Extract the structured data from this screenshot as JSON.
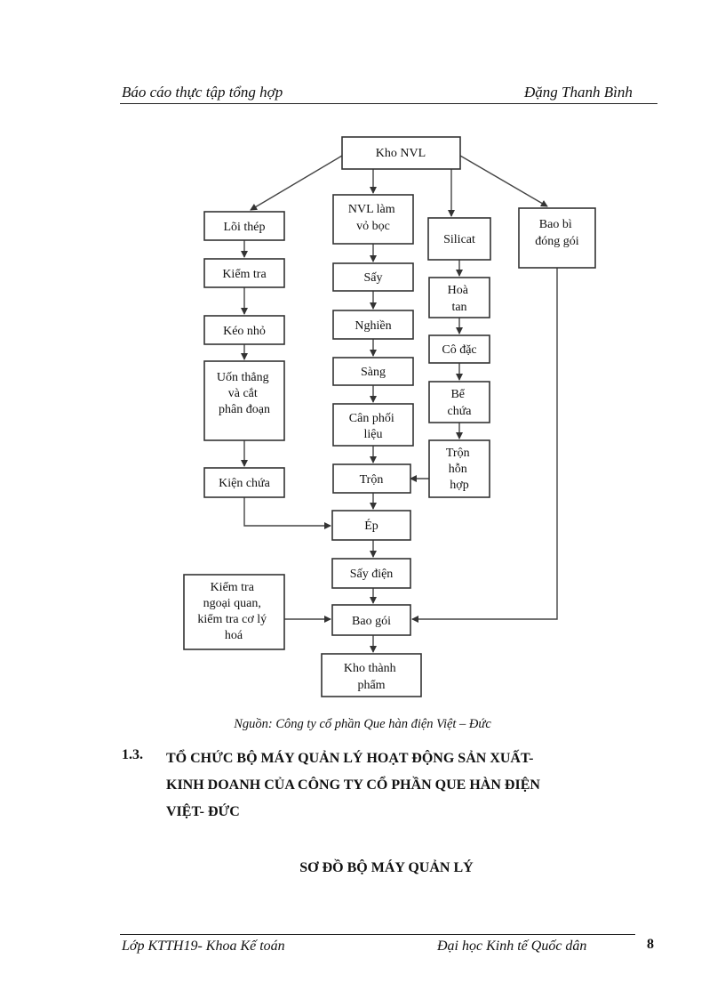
{
  "header": {
    "left": "Báo cáo thực tập tổng hợp",
    "right": "Đặng Thanh Bình"
  },
  "flowchart": {
    "kho_nvl": [
      "Kho NVL"
    ],
    "loi_thep": [
      "Lõi thép"
    ],
    "nvl_vo_boc": [
      "NVL làm",
      "vỏ bọc"
    ],
    "silicat": [
      "Silicat"
    ],
    "bao_bi": [
      "Bao bì",
      "đóng gói"
    ],
    "kiem_tra": [
      "Kiểm tra"
    ],
    "keo_nho": [
      "Kéo nhỏ"
    ],
    "uon_thang": [
      "Uốn thẳng",
      "và cắt",
      "phân đoạn"
    ],
    "kien_chua": [
      "Kiện chứa"
    ],
    "say": [
      "Sấy"
    ],
    "nghien": [
      "Nghiền"
    ],
    "sang": [
      "Sàng"
    ],
    "can_phoi_lieu": [
      "Cân phối",
      "liệu"
    ],
    "tron": [
      "Trộn"
    ],
    "hoa_tan": [
      "Hoà",
      "tan"
    ],
    "co_dac": [
      "Cô đặc"
    ],
    "be_chua": [
      "Bể",
      "chứa"
    ],
    "tron_hon_hop": [
      "Trộn",
      "hỗn",
      "hợp"
    ],
    "ep": [
      "Ép"
    ],
    "say_dien": [
      "Sấy điện"
    ],
    "kiem_tra_ngoai_quan": [
      "Kiểm tra",
      "ngoại quan,",
      "kiểm tra cơ lý",
      "hoá"
    ],
    "bao_goi": [
      "Bao gói"
    ],
    "kho_thanh_pham": [
      "Kho thành",
      "phẩm"
    ]
  },
  "source_note": "Nguồn: Công ty cổ phần Que hàn điện Việt – Đức",
  "section": {
    "number": "1.3.",
    "title_lines": [
      "TỔ CHỨC BỘ MÁY QUẢN LÝ HOẠT ĐỘNG SẢN XUẤT-",
      "KINH DOANH CỦA CÔNG TY CỔ PHẦN QUE HÀN ĐIỆN",
      "VIỆT- ĐỨC"
    ],
    "subtitle": "SƠ ĐỒ BỘ MÁY QUẢN LÝ"
  },
  "footer": {
    "left": "Lớp KTTH19- Khoa Kế toán",
    "middle": "Đại học Kinh tế Quốc dân",
    "page_number": "8"
  }
}
